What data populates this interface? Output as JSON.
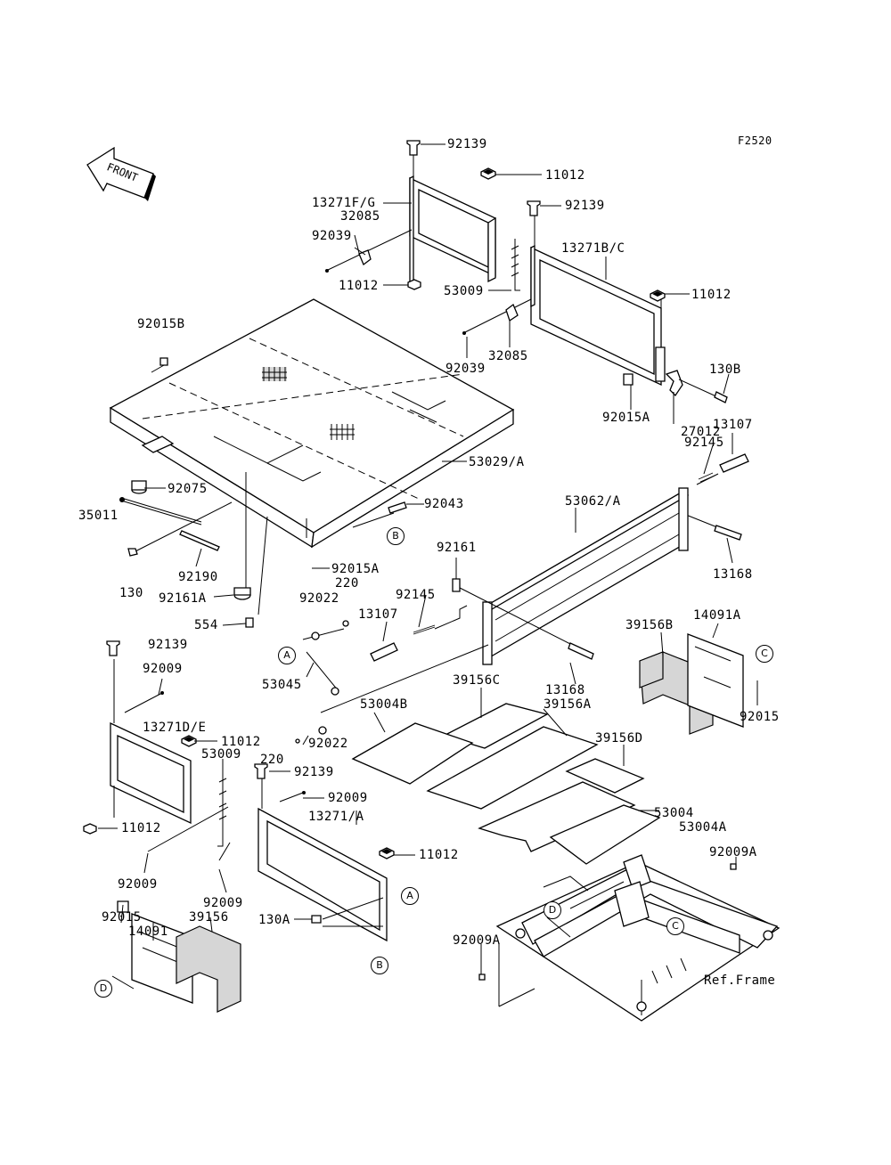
{
  "figure_code": "F2520",
  "front_label": "FRONT",
  "ref_frame": "Ref.Frame",
  "callouts": {
    "a": "A",
    "b": "B",
    "c": "C",
    "d": "D"
  },
  "labels": {
    "p92139_top": "92139",
    "p11012_top": "11012",
    "p13271fg": "13271F/G",
    "p32085_l": "32085",
    "p92039_l": "92039",
    "p11012_l": "11012",
    "p53009_r": "53009",
    "p92139_r": "92139",
    "p13271bc": "13271B/C",
    "p11012_r": "11012",
    "p92039_r": "92039",
    "p32085_r": "32085",
    "p92015b": "92015B",
    "p130b": "130B",
    "p92015a_r": "92015A",
    "p27012": "27012",
    "p13107_r": "13107",
    "p92145_r": "92145",
    "p53029a": "53029/A",
    "p92075": "92075",
    "p35011": "35011",
    "p92043": "92043",
    "p53062a": "53062/A",
    "p92190": "92190",
    "p130": "130",
    "p92015a_l": "92015A",
    "p92161a": "92161A",
    "p92161": "92161",
    "p13168_r": "13168",
    "p220_a": "220",
    "p92022_a": "92022",
    "p92145_m": "92145",
    "p554": "554",
    "p13107_m": "13107",
    "p39156b": "39156B",
    "p14091a": "14091A",
    "p53045": "53045",
    "p13168_m": "13168",
    "p92015_r": "92015",
    "p92139_l": "92139",
    "p92009_l": "92009",
    "p39156c": "39156C",
    "p53004b": "53004B",
    "p39156a": "39156A",
    "p13271de": "13271D/E",
    "p11012_ll": "11012",
    "p53009_l": "53009",
    "p92022_b": "92022",
    "p220_b": "220",
    "p39156d": "39156D",
    "p92139_m": "92139",
    "p92009_m": "92009",
    "p13271a": "13271/A",
    "p53004": "53004",
    "p53004a": "53004A",
    "p11012_b": "11012",
    "p11012_m": "11012",
    "p92009_b1": "92009",
    "p92009_b2": "92009",
    "p92009a_r": "92009A",
    "p92015_l": "92015",
    "p39156": "39156",
    "p14091": "14091",
    "p130a": "130A",
    "p92009a_l": "92009A"
  }
}
